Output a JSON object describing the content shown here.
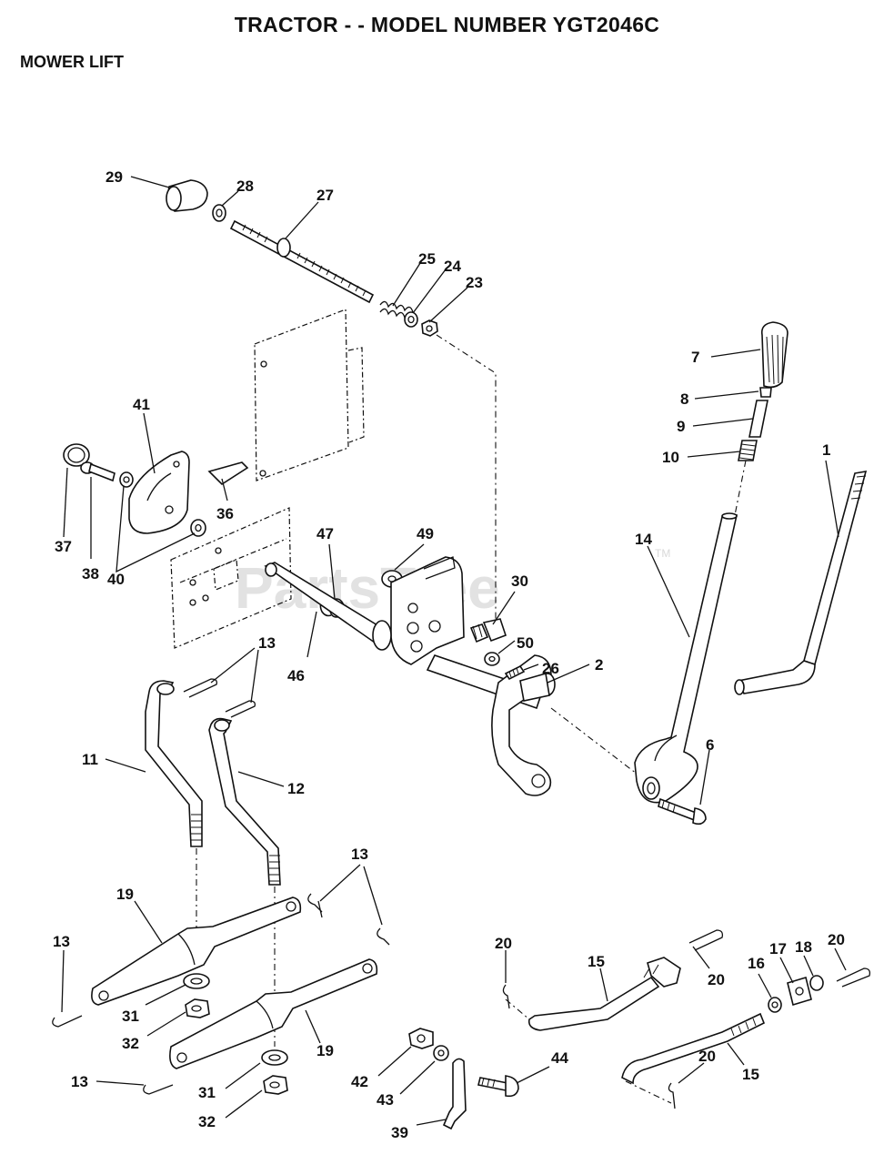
{
  "header": {
    "title": "TRACTOR - - MODEL NUMBER YGT2046C",
    "subtitle": "MOWER LIFT"
  },
  "watermark": {
    "text": "PartsTree",
    "trademark": "TM"
  },
  "callouts": [
    {
      "id": "c29",
      "label": "29"
    },
    {
      "id": "c28",
      "label": "28"
    },
    {
      "id": "c27",
      "label": "27"
    },
    {
      "id": "c25",
      "label": "25"
    },
    {
      "id": "c24",
      "label": "24"
    },
    {
      "id": "c23",
      "label": "23"
    },
    {
      "id": "c7",
      "label": "7"
    },
    {
      "id": "c8",
      "label": "8"
    },
    {
      "id": "c9",
      "label": "9"
    },
    {
      "id": "c10",
      "label": "10"
    },
    {
      "id": "c1",
      "label": "1"
    },
    {
      "id": "c41",
      "label": "41"
    },
    {
      "id": "c37",
      "label": "37"
    },
    {
      "id": "c38",
      "label": "38"
    },
    {
      "id": "c40",
      "label": "40"
    },
    {
      "id": "c36",
      "label": "36"
    },
    {
      "id": "c47",
      "label": "47"
    },
    {
      "id": "c49",
      "label": "49"
    },
    {
      "id": "c30",
      "label": "30"
    },
    {
      "id": "c50",
      "label": "50"
    },
    {
      "id": "c26",
      "label": "26"
    },
    {
      "id": "c2",
      "label": "2"
    },
    {
      "id": "c14",
      "label": "14"
    },
    {
      "id": "c46",
      "label": "46"
    },
    {
      "id": "c13a",
      "label": "13"
    },
    {
      "id": "c11",
      "label": "11"
    },
    {
      "id": "c12",
      "label": "12"
    },
    {
      "id": "c6",
      "label": "6"
    },
    {
      "id": "c13b",
      "label": "13"
    },
    {
      "id": "c19a",
      "label": "19"
    },
    {
      "id": "c13c",
      "label": "13"
    },
    {
      "id": "c31a",
      "label": "31"
    },
    {
      "id": "c32a",
      "label": "32"
    },
    {
      "id": "c19b",
      "label": "19"
    },
    {
      "id": "c13d",
      "label": "13"
    },
    {
      "id": "c31b",
      "label": "31"
    },
    {
      "id": "c32b",
      "label": "32"
    },
    {
      "id": "c20a",
      "label": "20"
    },
    {
      "id": "c15a",
      "label": "15"
    },
    {
      "id": "c20b",
      "label": "20"
    },
    {
      "id": "c16",
      "label": "16"
    },
    {
      "id": "c17",
      "label": "17"
    },
    {
      "id": "c18",
      "label": "18"
    },
    {
      "id": "c20c",
      "label": "20"
    },
    {
      "id": "c42",
      "label": "42"
    },
    {
      "id": "c44",
      "label": "44"
    },
    {
      "id": "c43",
      "label": "43"
    },
    {
      "id": "c20d",
      "label": "20"
    },
    {
      "id": "c15b",
      "label": "15"
    },
    {
      "id": "c39",
      "label": "39"
    }
  ]
}
